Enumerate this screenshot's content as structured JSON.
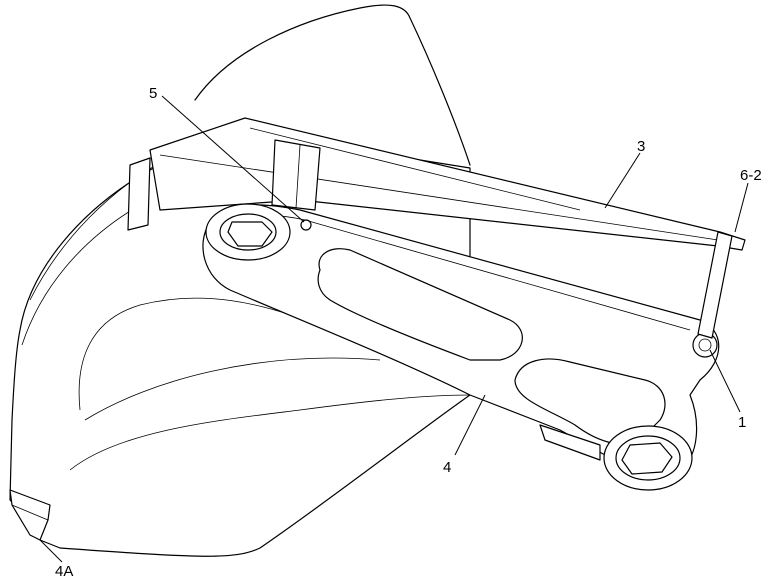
{
  "diagram": {
    "callouts": [
      {
        "id": "callout-5",
        "label": "5"
      },
      {
        "id": "callout-3",
        "label": "3"
      },
      {
        "id": "callout-6-2",
        "label": "6-2"
      },
      {
        "id": "callout-1",
        "label": "1"
      },
      {
        "id": "callout-4",
        "label": "4"
      },
      {
        "id": "callout-4a",
        "label": "4A"
      }
    ]
  },
  "colors": {
    "line": "#000000",
    "background": "#ffffff"
  }
}
